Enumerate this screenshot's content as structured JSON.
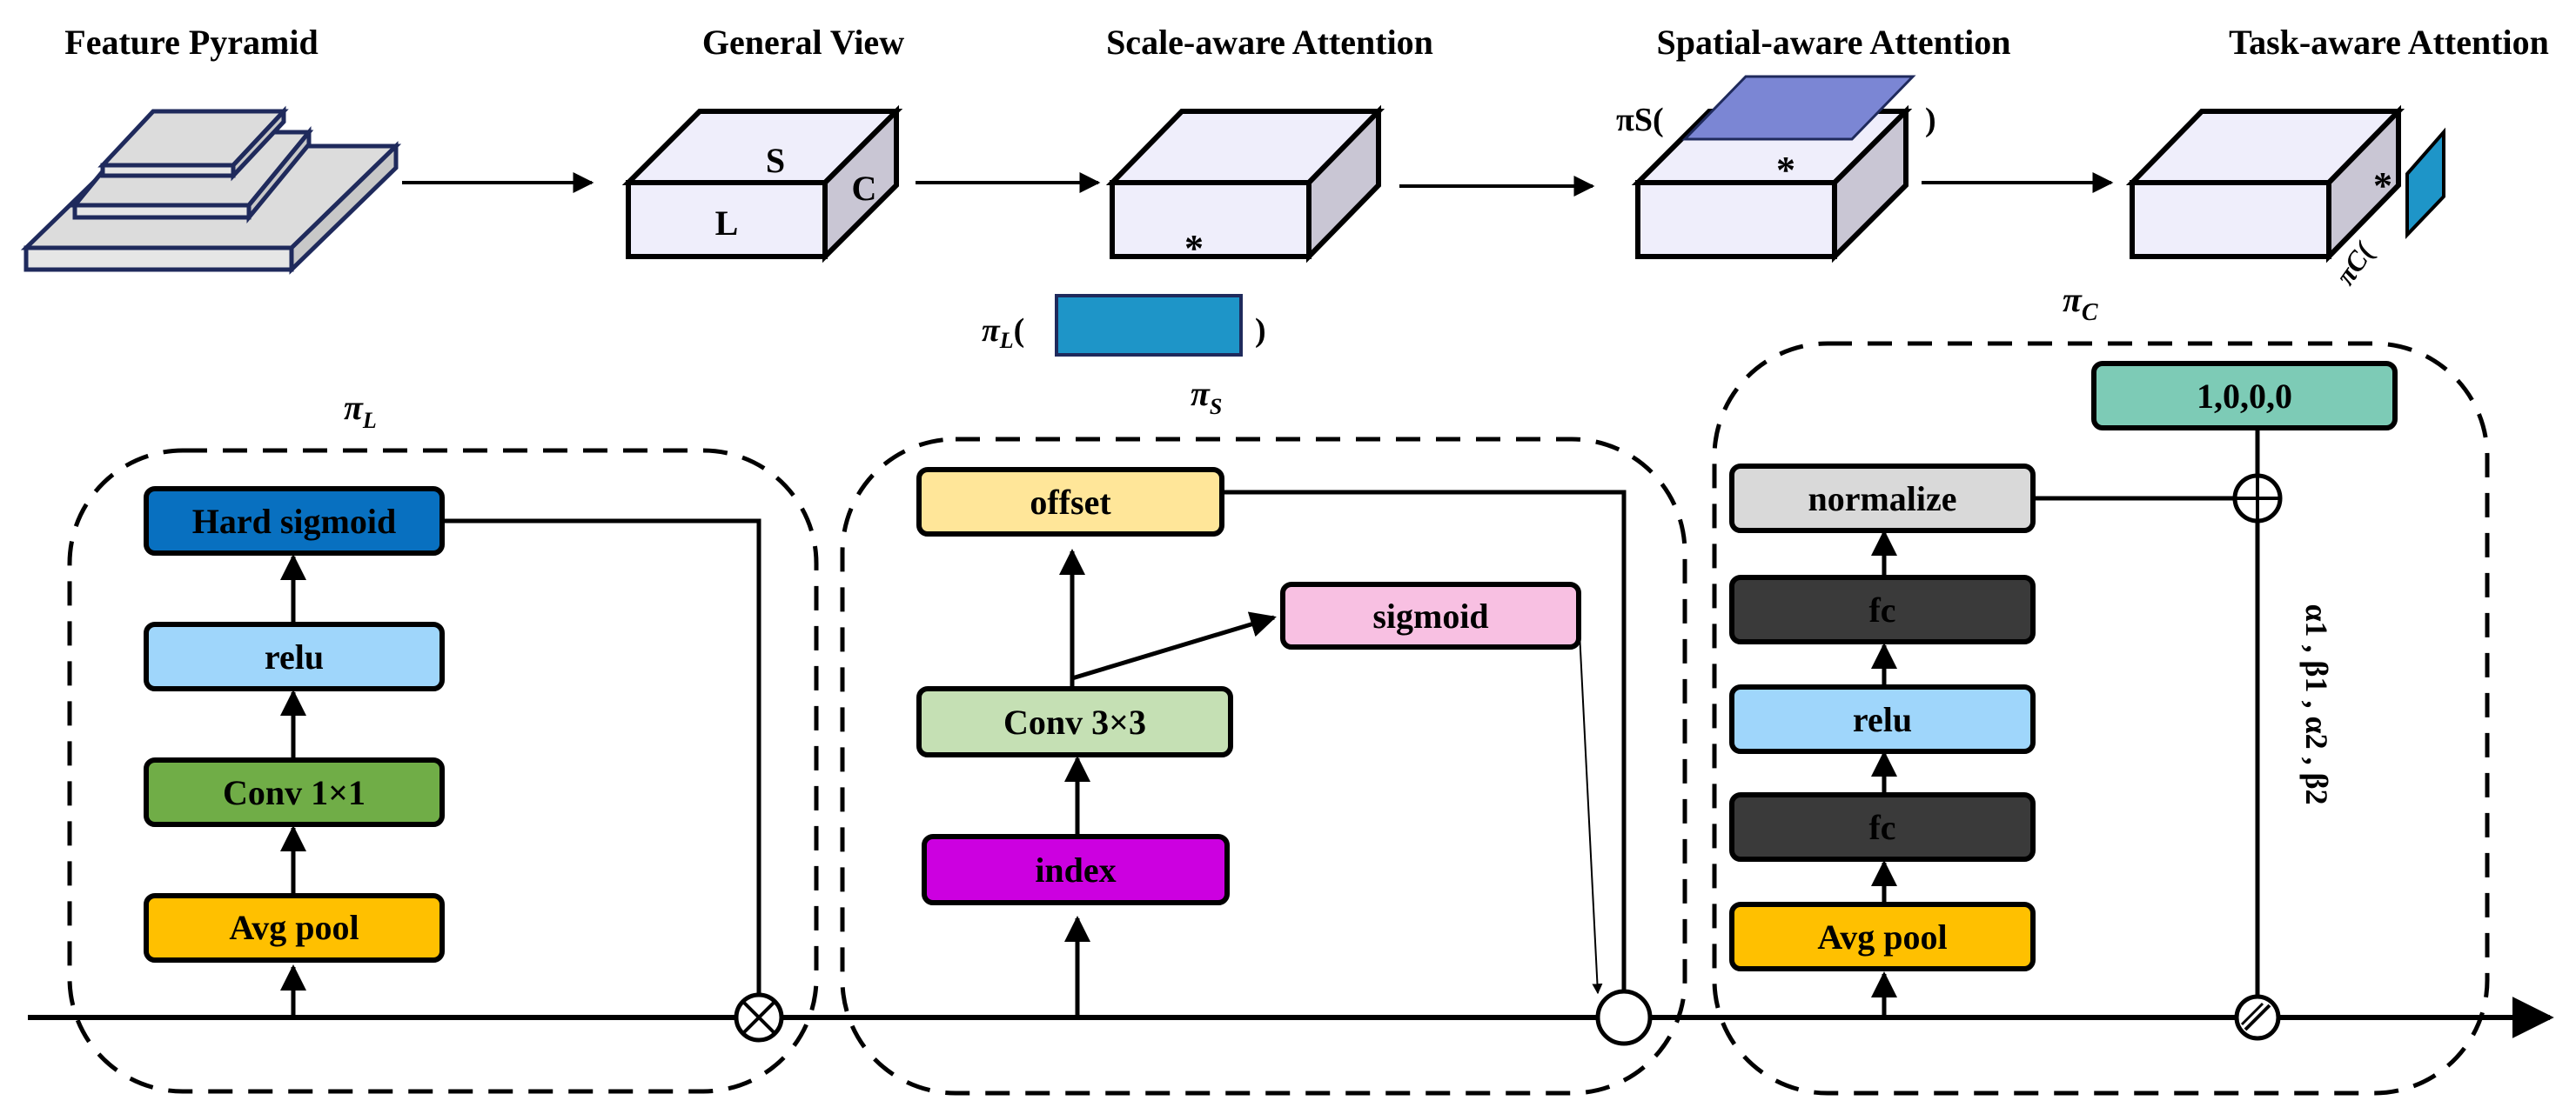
{
  "headings": {
    "feature_pyramid": "Feature Pyramid",
    "general_view": "General View",
    "scale_aware": "Scale-aware Attention",
    "spatial_aware": "Spatial-aware Attention",
    "task_aware": "Task-aware Attention"
  },
  "cube_labels": {
    "s": "S",
    "l": "L",
    "c": "C",
    "star": "*",
    "pi_s_open": "πS(",
    "close_paren": ")",
    "pi_l_open": "π",
    "pi_l_sub": "L",
    "pi_l_paren": "(",
    "pi_c_rot": "πC(",
    "pi_c_label_main": "π",
    "pi_c_label_sub": "C"
  },
  "module_labels": {
    "pi_l": "π",
    "pi_l_sub": "L",
    "pi_s": "π",
    "pi_s_sub": "S"
  },
  "scale_module": {
    "hard_sigmoid": "Hard sigmoid",
    "relu": "relu",
    "conv1x1": "Conv 1×1",
    "avg_pool": "Avg pool"
  },
  "spatial_module": {
    "offset": "offset",
    "sigmoid": "sigmoid",
    "conv3x3": "Conv 3×3",
    "index": "index"
  },
  "task_module": {
    "init": "1,0,0,0",
    "normalize": "normalize",
    "fc_top": "fc",
    "relu": "relu",
    "fc_bottom": "fc",
    "avg_pool": "Avg pool",
    "params": "α1 , β1 , α2 , β2"
  },
  "colors": {
    "hard_sigmoid": "#0870c0",
    "relu": "#9fd6fb",
    "conv1x1": "#70ad47",
    "avg_pool": "#ffc000",
    "offset": "#ffe699",
    "sigmoid": "#f8c0e2",
    "conv3x3": "#c5e0b4",
    "index": "#cc00e0",
    "init": "#7dcbb6",
    "normalize": "#d9d9d9",
    "fc": "#3a3a3a",
    "cube_front": "#efeefb",
    "cube_side": "#c9c6d4",
    "plane_blue": "#7b86d4",
    "pi_l_rect": "#1e95c8",
    "pyramid_fill": "#dcdcdc",
    "pyramid_edge": "#1f2a5c"
  }
}
